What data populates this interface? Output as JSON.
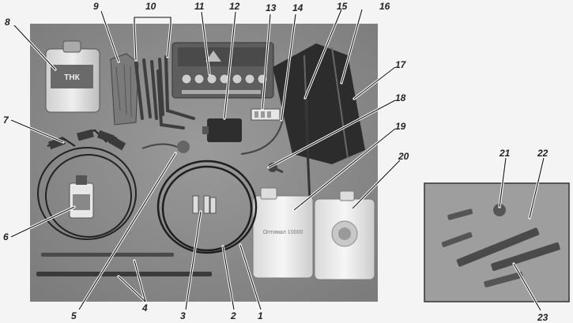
{
  "figure": {
    "callouts": [
      "1",
      "2",
      "3",
      "4",
      "5",
      "6",
      "7",
      "8",
      "9",
      "10",
      "11",
      "12",
      "13",
      "14",
      "15",
      "16",
      "17",
      "18",
      "19",
      "20",
      "21",
      "22",
      "23"
    ],
    "product_labels": {
      "oil_canister_brand": "ТНК",
      "canister_1_text": "Оптимал 10000",
      "canister_2_text": ""
    }
  }
}
